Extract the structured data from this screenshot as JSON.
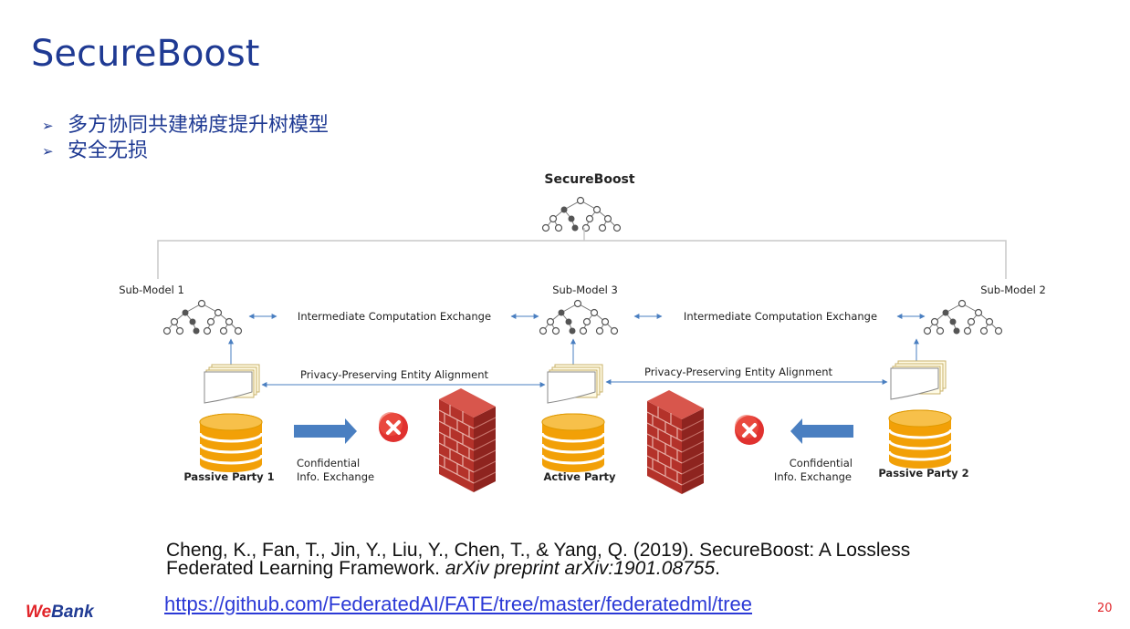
{
  "slide": {
    "title": "SecureBoost",
    "bullets": [
      "多方协同共建梯度提升树模型",
      "安全无损"
    ],
    "page_number": "20",
    "logo_text": "WeBank"
  },
  "diagram": {
    "top_label": "SecureBoost",
    "submodels": [
      "Sub-Model 1",
      "Sub-Model 3",
      "Sub-Model 2"
    ],
    "exchange_label": "Intermediate Computation Exchange",
    "alignment_label": "Privacy-Preserving Entity Alignment",
    "parties": [
      "Passive Party 1",
      "Active Party",
      "Passive Party 2"
    ],
    "confidential_line1": "Confidential",
    "confidential_line2": "Info. Exchange"
  },
  "reference": {
    "citation_line1": "Cheng, K., Fan, T., Jin, Y., Liu, Y., Chen, T., & Yang, Q. (2019). SecureBoost: A Lossless",
    "citation_line2_plain": "Federated Learning Framework. ",
    "citation_line2_italic": "arXiv preprint arXiv:1901.08755",
    "citation_line2_end": ".",
    "url": "https://github.com/FederatedAI/FATE/tree/master/federatedml/tree"
  },
  "colors": {
    "title_blue": "#1f3a93",
    "db_orange": "#f2a007",
    "arrow_blue": "#4a7fc1",
    "x_red": "#e0312f",
    "brick": "#c0392b"
  }
}
